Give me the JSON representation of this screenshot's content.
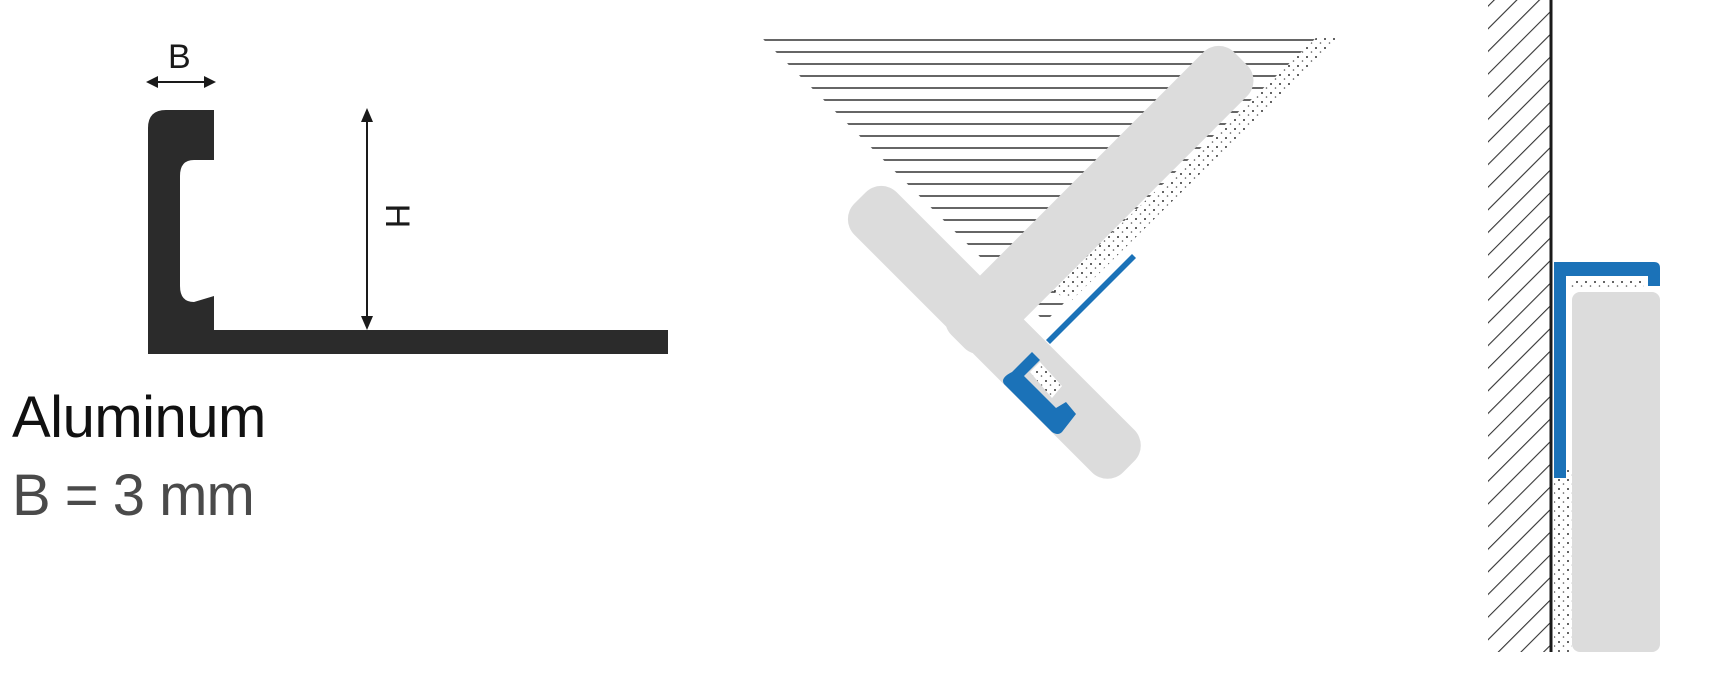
{
  "profile": {
    "dimension_b_label": "B",
    "dimension_h_label": "H",
    "material": "Aluminum",
    "thickness": "B = 3 mm"
  },
  "colors": {
    "profile_fill": "#2b2b2b",
    "accent_blue": "#1b72b8",
    "tile_gray": "#dcdcdc",
    "hatch_line": "#333333"
  },
  "icons": [
    "profile-cross-section",
    "outside-corner-installation",
    "wall-edge-installation"
  ]
}
